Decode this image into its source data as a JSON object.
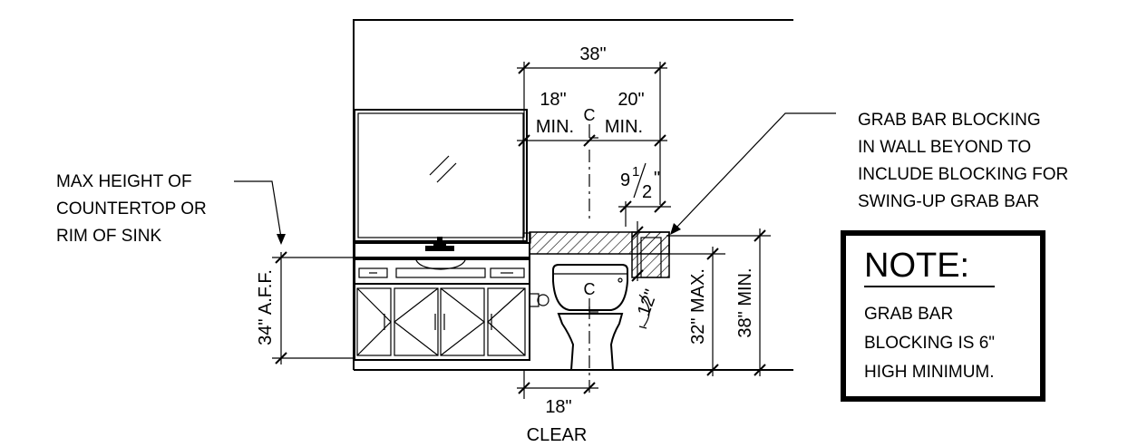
{
  "dimensions": {
    "total_width": "38\"",
    "left_min": "18\"",
    "left_min_suffix": "MIN.",
    "right_min": "20\"",
    "right_min_suffix": "MIN.",
    "centerline_symbol": "C",
    "offset_whole": "9",
    "offset_num": "1",
    "offset_den": "2",
    "offset_inch": "\"",
    "bar_offset": "12\"",
    "max_bottom": "32\" MAX.",
    "min_top": "38\" MIN.",
    "counter_height": "34\" A.F.F.",
    "toilet_clear": "18\"",
    "toilet_clear_label": "CLEAR"
  },
  "callouts": {
    "countertop": [
      "MAX HEIGHT OF",
      "COUNTERTOP OR",
      "RIM OF SINK"
    ],
    "blocking": [
      "GRAB BAR BLOCKING",
      "IN WALL BEYOND TO",
      "INCLUDE BLOCKING FOR",
      "SWING-UP GRAB BAR"
    ]
  },
  "note": {
    "title": "NOTE:",
    "lines": [
      "GRAB BAR",
      "BLOCKING IS 6\"",
      "HIGH MINIMUM."
    ]
  }
}
